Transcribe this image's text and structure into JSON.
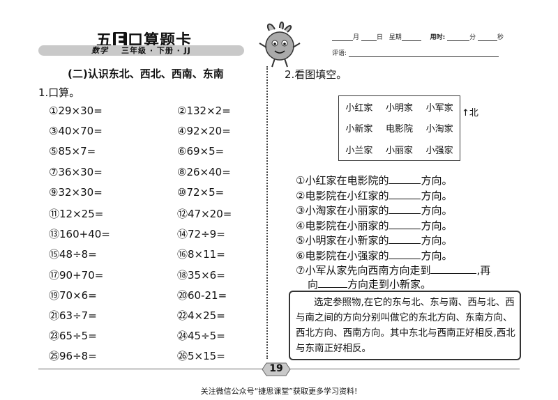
{
  "header": {
    "title_pre": "五",
    "title_e": "E",
    "title_post": "口算题卡",
    "subject": "数学",
    "grade": "三年级",
    "book": "下册",
    "edition": "JJ",
    "month": "月",
    "day": "日",
    "week": "星期",
    "time_used": "用时:",
    "minutes": "分",
    "seconds": "秒",
    "comment": "评语:"
  },
  "left": {
    "heading": "(二)认识东北、西北、西南、东南",
    "q1": "1.口算。",
    "problems": [
      [
        "①29×30=",
        "②132×2="
      ],
      [
        "③40×70=",
        "④92×20="
      ],
      [
        "⑤85×7=",
        "⑥69×5="
      ],
      [
        "⑦36×30=",
        "⑧26×40="
      ],
      [
        "⑨32×30=",
        "⑩72×5="
      ],
      [
        "⑪12×25=",
        "⑫47×20="
      ],
      [
        "⑬160+40=",
        "⑭72÷9="
      ],
      [
        "⑮48÷8=",
        "⑯8×11="
      ],
      [
        "⑰90+70=",
        "⑱35×6="
      ],
      [
        "⑲70×6=",
        "⑳60-21="
      ],
      [
        "㉑63÷7=",
        "㉒4×25="
      ],
      [
        "㉓65÷5=",
        "㉔45÷5="
      ],
      [
        "㉕96÷8=",
        "㉖5×15="
      ]
    ]
  },
  "right": {
    "q2": "2.看图填空。",
    "grid": [
      "小红家",
      "小明家",
      "小军家",
      "小新家",
      "电影院",
      "小淘家",
      "小兰家",
      "小丽家",
      "小强家"
    ],
    "north": "↑北",
    "fills": [
      {
        "pre": "①小红家在电影院的",
        "post": "方向。"
      },
      {
        "pre": "②电影院在小红家的",
        "post": "方向。"
      },
      {
        "pre": "③小淘家在小丽家的",
        "post": "方向。"
      },
      {
        "pre": "④电影院在小丽家的",
        "post": "方向。"
      },
      {
        "pre": "⑤小明家在小新家的",
        "post": "方向。"
      },
      {
        "pre": "⑥电影院在小强家的",
        "post": "方向。"
      }
    ],
    "q7_line1_pre": "⑦小军从家先向西南方向走到",
    "q7_line1_post": ",再",
    "q7_line2_pre": "向",
    "q7_line2_post": "方向走到小新家。",
    "note": "选定参照物,在它的东与北、东与南、西与北、西与南之间的方向分别叫做它的东北方向、东南方向、西北方向、西南方向。其中东北与西南正好相反,西北与东南正好相反。"
  },
  "page_number": "19",
  "footer": "关注微信公众号“捷思课堂”获取更多学习资料!"
}
